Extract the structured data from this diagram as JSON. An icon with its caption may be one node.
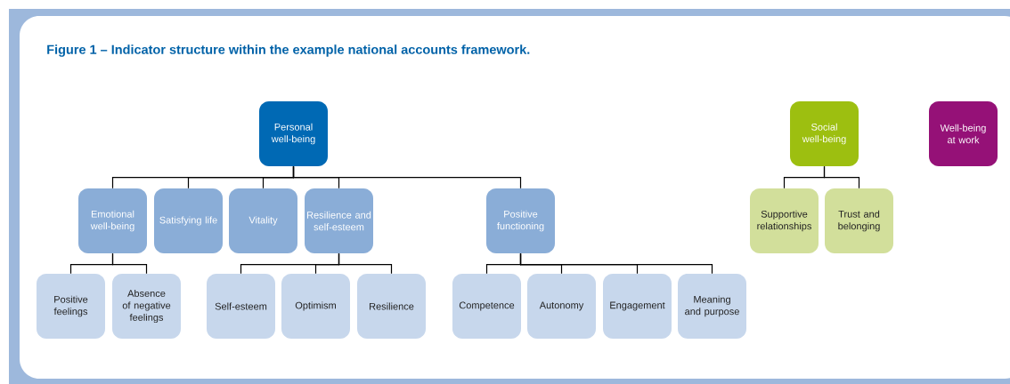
{
  "diagram": {
    "title": "Figure 1 – Indicator structure within the example national accounts framework.",
    "nodes": [
      {
        "text": [
          "Personal well-being"
        ]
      },
      {
        "text": [
          "Emotional well-being"
        ]
      },
      {
        "text": [
          "Satisfying life"
        ]
      },
      {
        "text": [
          "Vitality"
        ]
      },
      {
        "text": [
          "Resilience and self-esteem"
        ]
      },
      {
        "text": [
          "Positive functioning"
        ]
      },
      {
        "text": [
          "Positive feelings"
        ]
      },
      {
        "text": [
          "Absence of negative feelings"
        ]
      },
      {
        "text": [
          "Self-esteem"
        ]
      },
      {
        "text": [
          "Optimism"
        ]
      },
      {
        "text": [
          "Resilience"
        ]
      },
      {
        "text": [
          "Competence"
        ]
      },
      {
        "text": [
          "Autonomy"
        ]
      },
      {
        "text": [
          "Engagement"
        ]
      },
      {
        "text": [
          "Meaning and purpose"
        ]
      },
      {
        "text": [
          "Social well-being"
        ]
      },
      {
        "text": [
          "Supportive relationships"
        ]
      },
      {
        "text": [
          "Trust and belonging"
        ]
      },
      {
        "text": [
          "Well-being at work"
        ]
      }
    ],
    "edges": [
      {
        "from": 0,
        "to": 1,
        "arrow": "none"
      },
      {
        "from": 0,
        "to": 2,
        "arrow": "none"
      },
      {
        "from": 0,
        "to": 3,
        "arrow": "none"
      },
      {
        "from": 0,
        "to": 4,
        "arrow": "none"
      },
      {
        "from": 0,
        "to": 5,
        "arrow": "none"
      },
      {
        "from": 1,
        "to": 6,
        "arrow": "none"
      },
      {
        "from": 1,
        "to": 7,
        "arrow": "none"
      },
      {
        "from": 4,
        "to": 8,
        "arrow": "none"
      },
      {
        "from": 4,
        "to": 9,
        "arrow": "none"
      },
      {
        "from": 4,
        "to": 10,
        "arrow": "none"
      },
      {
        "from": 5,
        "to": 11,
        "arrow": "none"
      },
      {
        "from": 5,
        "to": 12,
        "arrow": "none"
      },
      {
        "from": 5,
        "to": 13,
        "arrow": "none"
      },
      {
        "from": 5,
        "to": 14,
        "arrow": "none"
      },
      {
        "from": 15,
        "to": 16,
        "arrow": "none"
      },
      {
        "from": 15,
        "to": 17,
        "arrow": "none"
      }
    ]
  }
}
